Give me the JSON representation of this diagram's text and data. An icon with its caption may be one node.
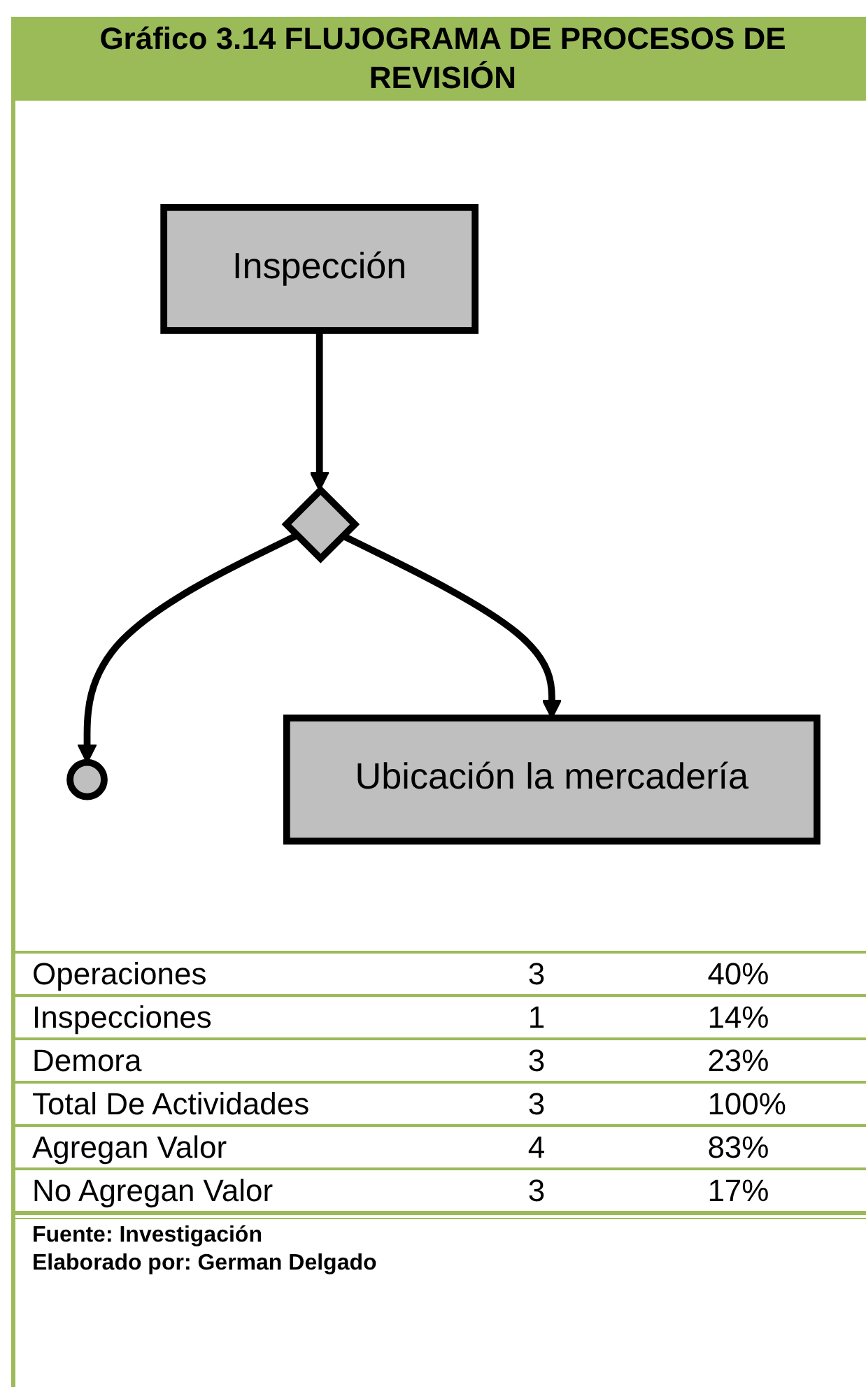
{
  "diagram": {
    "title": "Gráfico 3.14 FLUJOGRAMA DE PROCESOS DE REVISIÓN",
    "nodes": [
      {
        "text": [
          "Inspección"
        ]
      },
      {
        "text": [],
        "shape": "diamond"
      },
      {
        "text": [],
        "shape": "circle"
      },
      {
        "text": [
          "Ubicación la mercadería"
        ]
      }
    ],
    "edges": [
      {
        "from": 0,
        "to": 1,
        "arrow": "to"
      },
      {
        "from": 1,
        "to": 2,
        "arrow": "to"
      },
      {
        "from": 1,
        "to": 3,
        "arrow": "to"
      }
    ],
    "labels": [
      "Operaciones",
      "3",
      "40%",
      "Inspecciones",
      "1",
      "14%",
      "Demora",
      "3",
      "23%",
      "Total De Actividades",
      "3",
      "100%",
      "Agregan Valor",
      "4",
      "83%",
      "No Agregan Valor",
      "3",
      "17%",
      "Fuente: Investigación",
      "Elaborado por: German Delgado"
    ]
  }
}
